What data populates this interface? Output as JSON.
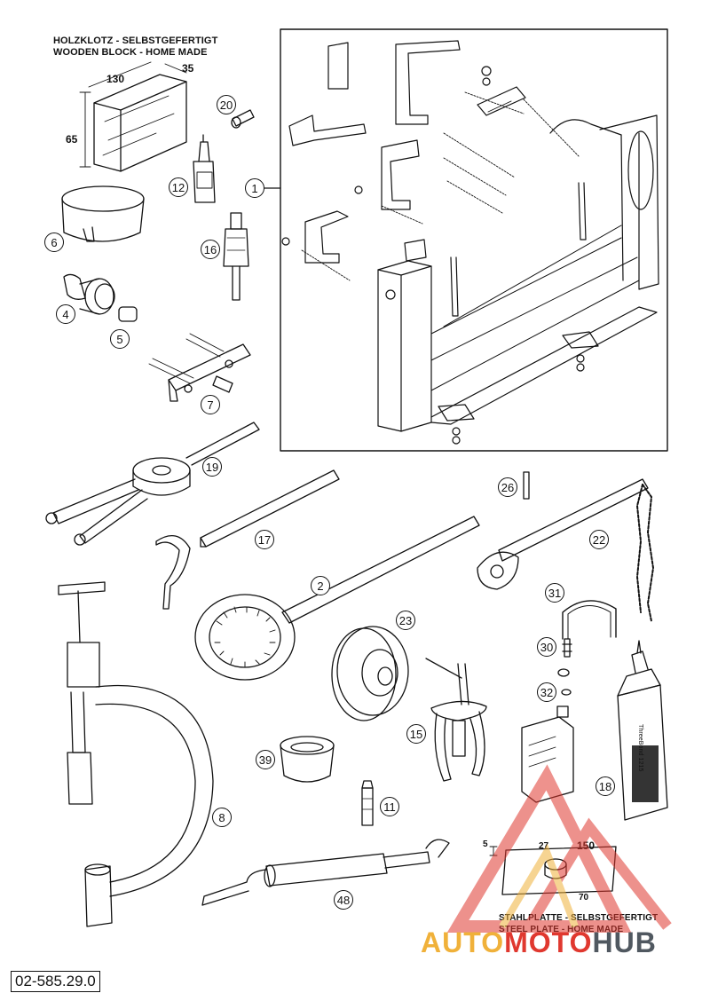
{
  "header": {
    "wooden_block_de": "HOLZKLOTZ - SELBSTGEFERTIGT",
    "wooden_block_en": "WOODEN BLOCK - HOME MADE",
    "dim_length": "130",
    "dim_width": "35",
    "dim_height": "65"
  },
  "steel_plate": {
    "label_de": "STAHLPLATTE - SELBSTGEFERTIGT",
    "label_en": "STEEL PLATE - HOME MADE",
    "dim_thickness": "5",
    "dim_hole": "27",
    "dim_length": "150",
    "dim_width": "70"
  },
  "callouts": {
    "c1": "1",
    "c2": "2",
    "c4": "4",
    "c5": "5",
    "c6": "6",
    "c7": "7",
    "c8": "8",
    "c11": "11",
    "c12": "12",
    "c15": "15",
    "c16": "16",
    "c17": "17",
    "c18": "18",
    "c19": "19",
    "c20": "20",
    "c22": "22",
    "c23": "23",
    "c26": "26",
    "c30": "30",
    "c31": "31",
    "c32": "32",
    "c39": "39",
    "c48": "48"
  },
  "sealant_tube_text": "ThreeBond 1215",
  "document_number": "02-585.29.0",
  "watermark": {
    "part1": "AUTO",
    "part2": "MOTO",
    "part3": "HUB",
    "colors": {
      "part1": "#f0b13a",
      "part2": "#e0382f",
      "part3": "#505860"
    }
  }
}
